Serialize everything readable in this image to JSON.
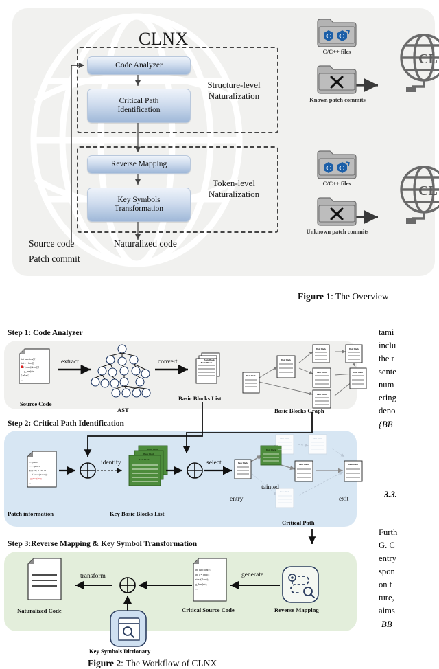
{
  "figure1": {
    "title": "CLNX",
    "modules": [
      {
        "id": "code-analyzer",
        "label": "Code Analyzer"
      },
      {
        "id": "critical-path-identification",
        "label": "Critical Path\nIdentification"
      },
      {
        "id": "reverse-mapping",
        "label": "Reverse Mapping"
      },
      {
        "id": "key-symbols-transformation",
        "label": "Key Symbols\nTransformation"
      }
    ],
    "groups": [
      {
        "id": "structure-level",
        "line1": "Structure-level",
        "line2": "Naturalization"
      },
      {
        "id": "token-level",
        "line1": "Token-level",
        "line2": "Naturalization"
      }
    ],
    "inputs": [
      {
        "id": "source-code",
        "label": "Source code"
      },
      {
        "id": "patch-commit",
        "label": "Patch commit"
      }
    ],
    "output": {
      "id": "naturalized-code",
      "label": "Naturalized code"
    },
    "assets": [
      {
        "id": "known-c-files",
        "icon": "c-files-folder-icon",
        "label": "C/C++ files"
      },
      {
        "id": "known-patch-commits",
        "icon": "tools-folder-icon",
        "label": "Known patch commits"
      },
      {
        "id": "unknown-c-files",
        "icon": "c-files-folder-icon",
        "label": "C/C++ files"
      },
      {
        "id": "unknown-patch-commits",
        "icon": "tools-folder-icon",
        "label": "Unknown patch commits"
      }
    ],
    "globes": [
      {
        "id": "globe-top",
        "label": "CL"
      },
      {
        "id": "globe-bottom",
        "label": "CL"
      }
    ],
    "caption_bold": "Figure 1",
    "caption_rest": ": The Overview"
  },
  "figure2": {
    "steps": [
      {
        "id": "step-1",
        "label": "Step 1: Code Analyzer",
        "color": "#f0f0ee"
      },
      {
        "id": "step-2",
        "label": "Step 2: Critical Path Identification",
        "color": "#d7e6f3"
      },
      {
        "id": "step-3",
        "label": "Step 3:Reverse Mapping & Key Symbol Transformation",
        "color": "#e3eedb"
      }
    ],
    "step1": {
      "nodes": [
        {
          "id": "source-code",
          "label": "Source Code"
        },
        {
          "id": "ast",
          "label": "AST"
        },
        {
          "id": "basic-blocks-list",
          "label": "Basic Blocks List"
        },
        {
          "id": "basic-blocks-graph",
          "label": "Basic Blocks Graph"
        }
      ],
      "edges": [
        {
          "id": "extract",
          "label": "extract"
        },
        {
          "id": "convert",
          "label": "convert"
        }
      ],
      "code_lines": [
        "int function(){",
        "int a = find();",
        "if (store(&sen)){",
        "  g_free(str)",
        "} else {",
        "..."
      ],
      "block_label": "Basic Block"
    },
    "step2": {
      "nodes": [
        {
          "id": "patch-information",
          "label": "Patch information"
        },
        {
          "id": "key-basic-blocks-list",
          "label": "Key Basic Blocks List"
        },
        {
          "id": "critical-path",
          "label": "Critical Path"
        }
      ],
      "edges": [
        {
          "id": "identify",
          "label": "identify"
        },
        {
          "id": "select",
          "label": "select"
        }
      ],
      "graph_labels": [
        {
          "id": "entry",
          "label": "entry"
        },
        {
          "id": "tainted",
          "label": "tainted"
        },
        {
          "id": "exit",
          "label": "exit"
        }
      ],
      "patch_lines": [
        "--- /path/a",
        "+++ /path/b",
        "@@ -2t, n +2t, t4",
        "  if (store(&sen)){",
        "-   g_free(str);",
        "..."
      ],
      "block_label": "Basic Block"
    },
    "step3": {
      "nodes": [
        {
          "id": "naturalized-code",
          "label": "Naturalized Code"
        },
        {
          "id": "key-symbols-dictionary",
          "label": "Key Symbols Dictionary"
        },
        {
          "id": "critical-source-code",
          "label": "Critical Source Code"
        },
        {
          "id": "reverse-mapping",
          "label": "Reverse Mapping"
        }
      ],
      "edges": [
        {
          "id": "transform",
          "label": "transform"
        },
        {
          "id": "generate",
          "label": "generate"
        }
      ],
      "code_lines": [
        "int function(){",
        "int a = find();",
        "store(&sen);",
        "g_free(str);",
        "..."
      ]
    },
    "caption_bold": "Figure 2",
    "caption_rest": ": The Workflow of CLNX"
  },
  "right_column": {
    "paragraph_lines": [
      "tami",
      "inclu",
      "the  r",
      "sente",
      "num",
      "ering",
      "deno"
    ],
    "formula_line": "{BB",
    "section_heading": "3.3.",
    "paragraph2_lines": [
      "Furth",
      "G. C",
      "entry",
      "spon",
      "on  t",
      "ture,",
      "aims"
    ],
    "formula_line2": "BB"
  }
}
